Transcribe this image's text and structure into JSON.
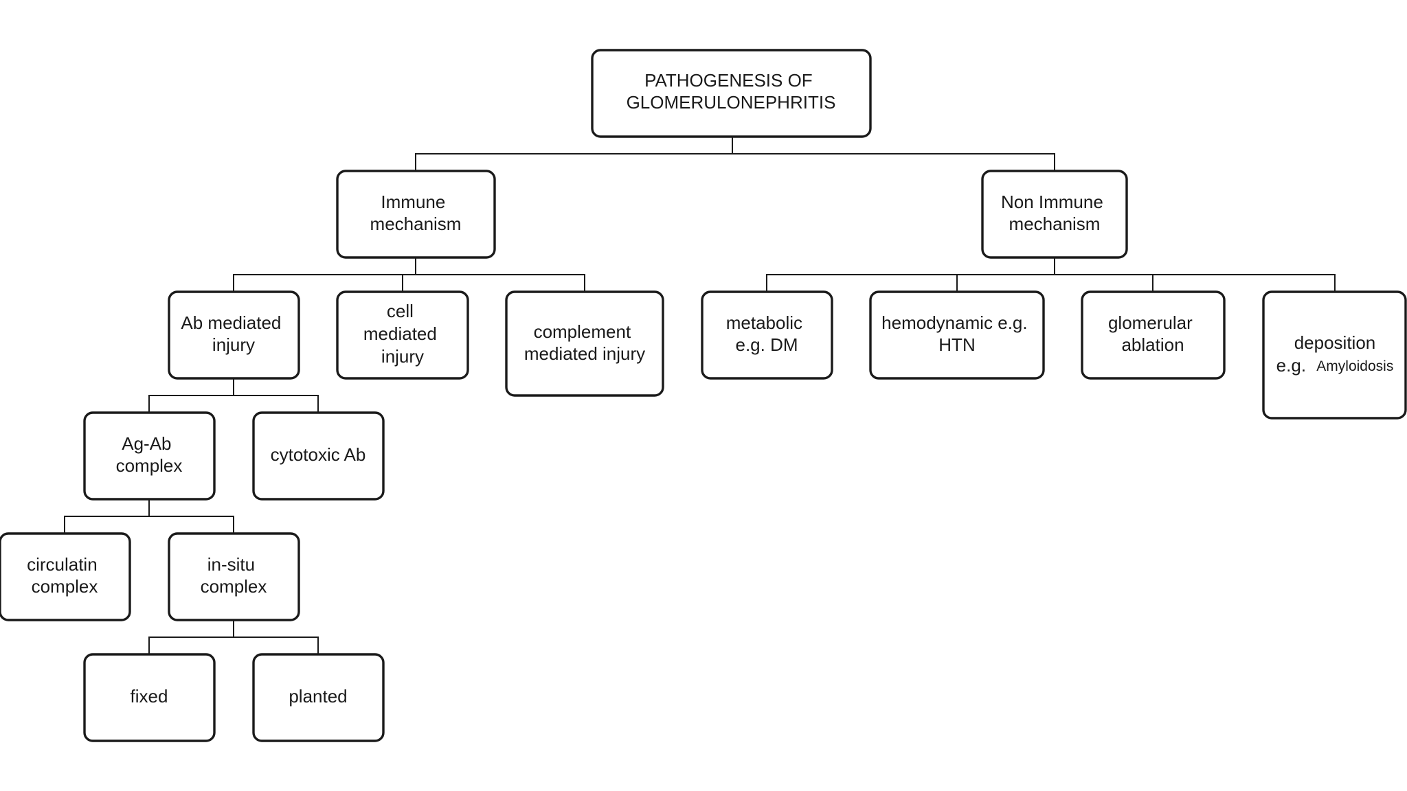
{
  "nodes": {
    "root": {
      "lines": [
        "PATHOGENESIS OF",
        "GLOMERULONEPHRITIS"
      ]
    },
    "immune": {
      "lines": [
        "Immune",
        "mechanism"
      ]
    },
    "non_immune": {
      "lines": [
        "Non Immune",
        "mechanism"
      ]
    },
    "ab_mediated": {
      "lines": [
        "Ab mediated",
        "injury"
      ]
    },
    "cell_mediated": {
      "lines": [
        "cell",
        "mediated",
        "injury"
      ]
    },
    "complement": {
      "lines": [
        "complement",
        "mediated injury"
      ]
    },
    "metabolic": {
      "lines": [
        "metabolic",
        "e.g. DM"
      ]
    },
    "hemodynamic": {
      "lines": [
        "hemodynamic e.g.",
        "HTN"
      ]
    },
    "glomerular": {
      "lines": [
        "glomerular",
        "ablation"
      ]
    },
    "deposition": {
      "lines": [
        "deposition",
        "e.g.",
        "Amyloidosis"
      ]
    },
    "ag_ab": {
      "lines": [
        "Ag-Ab",
        "complex"
      ]
    },
    "cytotoxic": {
      "lines": [
        "cytotoxic Ab"
      ]
    },
    "circulatin": {
      "lines": [
        "circulatin",
        "complex"
      ]
    },
    "in_situ": {
      "lines": [
        "in-situ",
        "complex"
      ]
    },
    "fixed": {
      "lines": [
        "fixed"
      ]
    },
    "planted": {
      "lines": [
        "planted"
      ]
    }
  }
}
